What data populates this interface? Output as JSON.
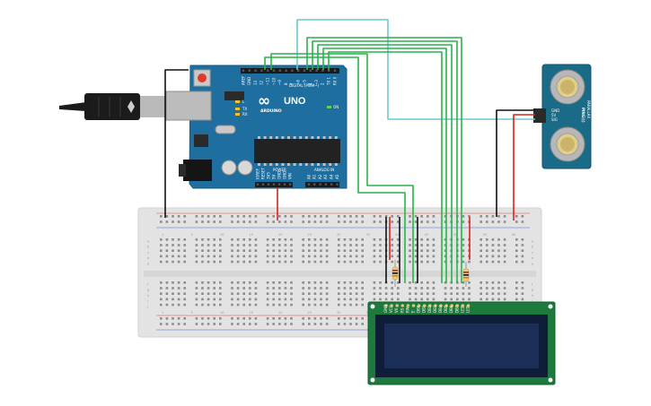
{
  "arduino": {
    "logo": "∞",
    "model": "UNO",
    "brand": "ARDUINO",
    "digital_label": "DIGITAL (PWM~)",
    "power_label": "POWER",
    "analog_label": "ANALOG IN",
    "tx_label": "TX",
    "rx_label": "RX",
    "l_label": "L",
    "on_label": "ON",
    "digital_pins": [
      "AREF",
      "GND",
      "13",
      "12",
      "~11",
      "~10",
      "~9",
      "8",
      "7",
      "~6",
      "~5",
      "4",
      "~3",
      "2",
      "TX 1",
      "RX 0"
    ],
    "power_pins": [
      "IOREF",
      "RESET",
      "3V3",
      "5V",
      "GND",
      "GND",
      "VIN"
    ],
    "analog_pins": [
      "A0",
      "A1",
      "A2",
      "A3",
      "A4",
      "A5"
    ]
  },
  "sensor": {
    "name": "PING)))",
    "pins": [
      "GND",
      "5V",
      "SIG"
    ],
    "maker": "PARALLAX"
  },
  "breadboard": {
    "column_numbers": [
      "1",
      "5",
      "10",
      "15",
      "20",
      "25",
      "30",
      "35",
      "40",
      "45",
      "50",
      "55",
      "60"
    ],
    "row_letters": [
      "a",
      "b",
      "c",
      "d",
      "e",
      "f",
      "g",
      "h",
      "i",
      "j"
    ]
  },
  "lcd": {
    "pins": [
      "GND",
      "VCC",
      "V0",
      "RS",
      "RW",
      "E",
      "DB0",
      "DB1",
      "DB2",
      "DB3",
      "DB4",
      "DB5",
      "DB6",
      "DB7",
      "LED",
      "LED"
    ]
  },
  "colors": {
    "arduino_board": "#1e6f9f",
    "wire_green": "#27b449",
    "wire_black": "#111111",
    "wire_red": "#d9241c",
    "wire_teal": "#6fc7c9",
    "breadboard": "#e3e3e3",
    "lcd_pcb": "#1c7a3c",
    "lcd_screen": "#1a2e57",
    "sensor_pcb": "#1a6b88"
  }
}
